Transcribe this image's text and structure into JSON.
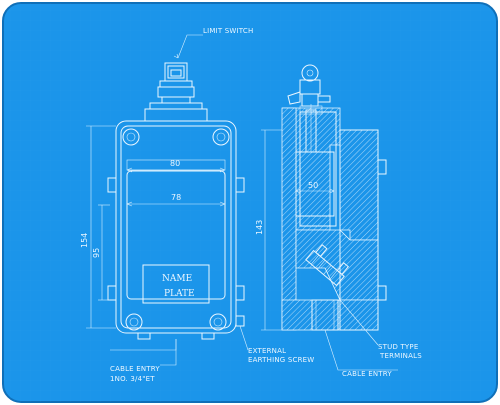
{
  "labels": {
    "limit_switch": "LIMIT SWITCH",
    "cable_entry_left_1": "CABLE ENTRY",
    "cable_entry_left_2": "1NO. 3/4\"ET",
    "external_earthing_1": "EXTERNAL",
    "external_earthing_2": "EARTHING SCREW",
    "cable_entry_right": "CABLE ENTRY",
    "stud_type_1": "STUD TYPE",
    "stud_type_2": "TERMINALS",
    "name_plate_1": "NAME",
    "name_plate_2": "PLATE"
  },
  "dimensions": {
    "width_80": "80",
    "width_78": "78",
    "height_154": "154",
    "height_95": "95",
    "height_143": "143",
    "width_50": "50"
  },
  "colors": {
    "blueprint_bg": "#1b95ea",
    "line": "#eaf6ff"
  }
}
